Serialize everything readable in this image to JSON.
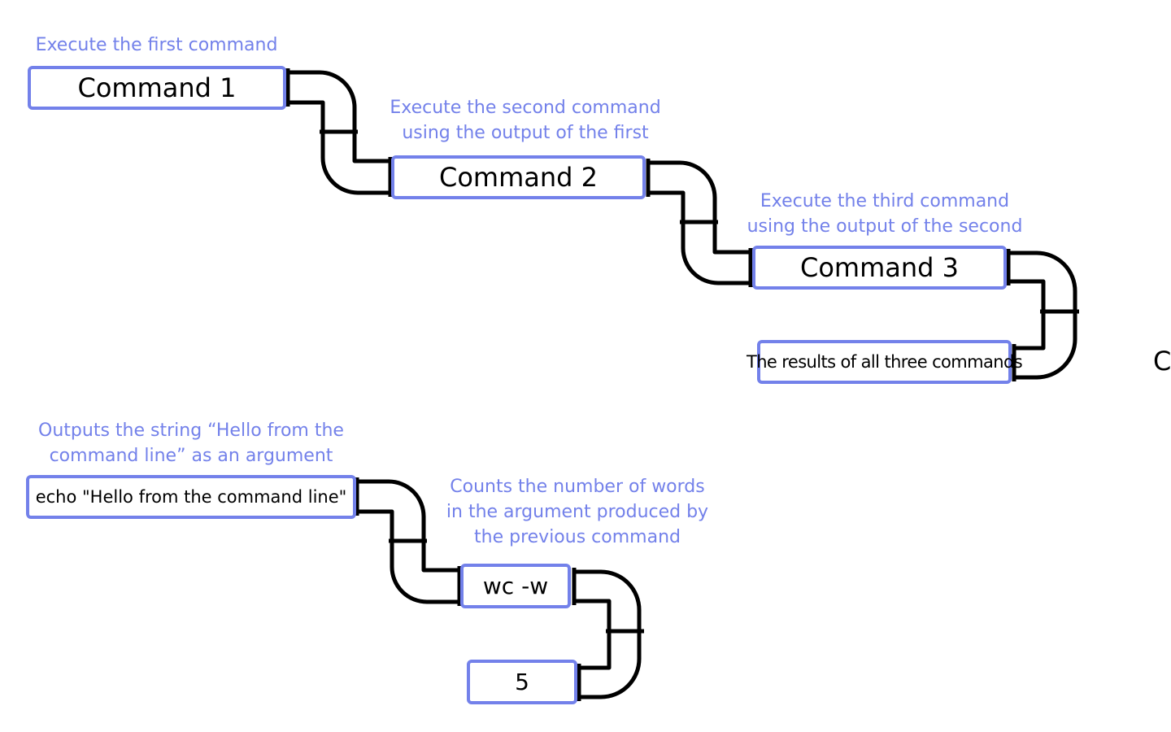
{
  "colors": {
    "accent": "#7381ea",
    "pipe": "#000000",
    "text": "#000000"
  },
  "diagram1": {
    "caption1": "Execute the first command",
    "command1": "Command 1",
    "caption2": "Execute the second command\nusing the output of the first",
    "command2": "Command 2",
    "caption3": "Execute the third command\nusing the output of the second",
    "command3": "Command 3",
    "result": "The results of all three commands"
  },
  "diagram2": {
    "caption_echo": "Outputs the string “Hello from the\ncommand line” as an argument",
    "echo_command": "echo \"Hello from the command line\"",
    "caption_wc": "Counts the number of words\nin the argument produced by\nthe previous command",
    "wc_command": "wc -w",
    "result": "5"
  },
  "edge_glyph": "C"
}
